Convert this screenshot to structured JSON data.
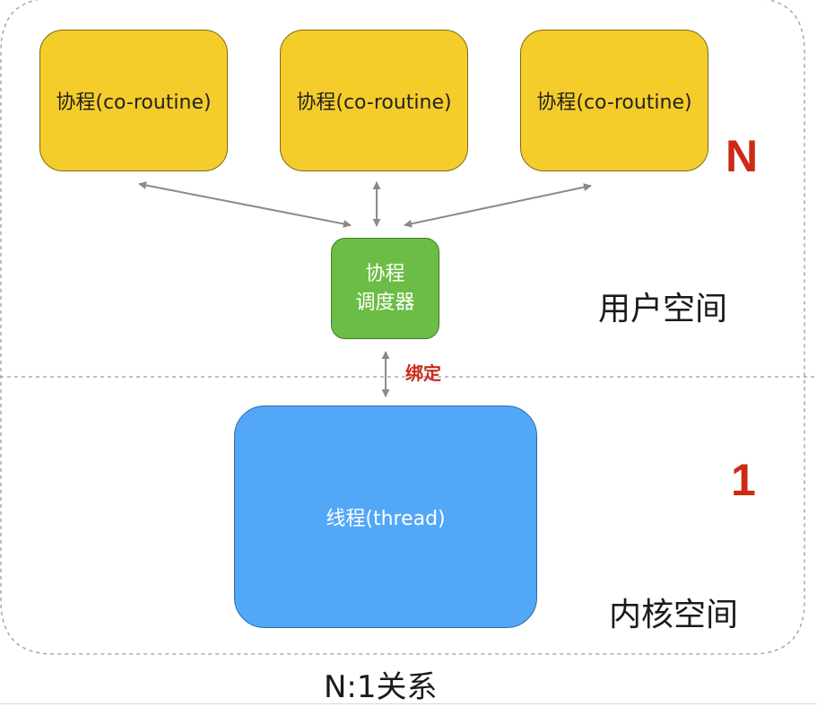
{
  "nodes": {
    "coroutines": [
      {
        "label": "协程(co-routine)"
      },
      {
        "label": "协程(co-routine)"
      },
      {
        "label": "协程(co-routine)"
      }
    ],
    "scheduler": {
      "line1": "协程",
      "line2": "调度器"
    },
    "thread": {
      "label": "线程(thread)"
    }
  },
  "labels": {
    "n": "N",
    "one": "1",
    "user_space": "用户空间",
    "kernel_space": "内核空间",
    "bind": "绑定",
    "caption": "N:1关系"
  },
  "colors": {
    "coroutine": "#f5cd2a",
    "scheduler": "#6cbd45",
    "thread": "#53a7f7",
    "accent_red": "#cc2a16",
    "arrow": "#8a8a8a",
    "dashed_border": "#9a9a9a"
  }
}
